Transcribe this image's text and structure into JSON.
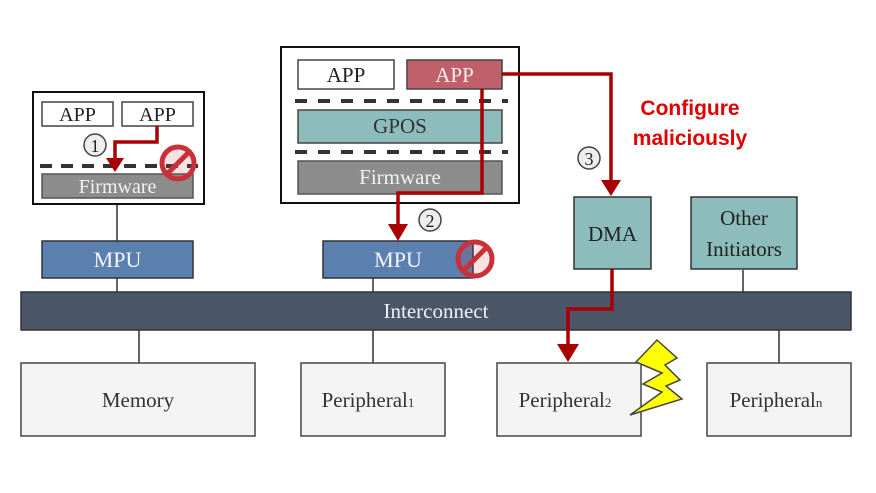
{
  "diagram": {
    "left_system": {
      "apps": [
        "APP",
        "APP"
      ],
      "firmware": "Firmware",
      "step": "1"
    },
    "middle_system": {
      "apps": [
        "APP",
        "APP"
      ],
      "os": "GPOS",
      "firmware": "Firmware",
      "step": "2"
    },
    "mpu_left": "MPU",
    "mpu_middle": "MPU",
    "dma": "DMA",
    "other_initiators": [
      "Other",
      "Initiators"
    ],
    "step3": "3",
    "annotation": [
      "Configure",
      "maliciously"
    ],
    "interconnect": "Interconnect",
    "targets": {
      "memory": "Memory",
      "peripheral1": {
        "name": "Peripheral",
        "sub": "1"
      },
      "peripheral2": {
        "name": "Peripheral",
        "sub": "2"
      },
      "peripheraln": {
        "name": "Peripheral",
        "sub": "n"
      }
    },
    "colors": {
      "attack_red": "#a80000",
      "annotation_red": "#e00000",
      "malicious_app": "#c0606a",
      "mpu_blue": "#5b7fae",
      "teal": "#8cbcbb",
      "interconnect": "#4a5568",
      "firmware_gray": "#8c8c8c",
      "target_fill": "#f4f4f4",
      "lightning": "#ffff00"
    }
  }
}
